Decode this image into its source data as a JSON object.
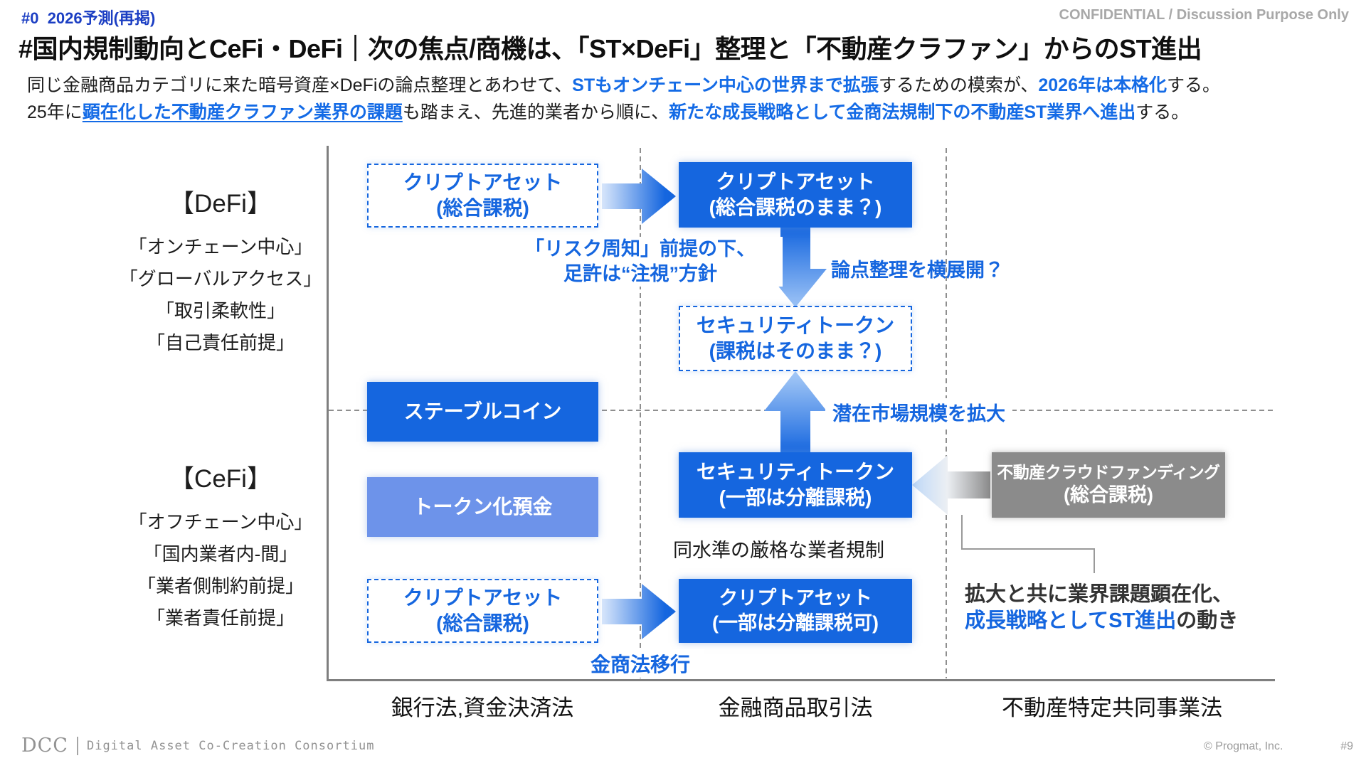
{
  "slide": {
    "tag": "#0  2026予測(再掲)",
    "confidential": "CONFIDENTIAL / Discussion Purpose Only",
    "title": "#国内規制動向とCeFi・DeFi｜次の焦点/商機は、「ST×DeFi」整理と「不動産クラファン」からのST進出"
  },
  "lead": {
    "l1_a": "同じ金融商品カテゴリに来た暗号資産×DeFiの論点整理とあわせて、",
    "l1_b": "STもオンチェーン中心の世界まで拡張",
    "l1_c": "するための模索が、",
    "l1_d": "2026年は本格化",
    "l1_e": "する。",
    "l2_a": "25年に",
    "l2_b": "顕在化した不動産クラファン業界の課題",
    "l2_c": "も踏まえ、先進的業者から順に、",
    "l2_d": "新たな成長戦略として金商法規制下の不動産ST業界へ進出",
    "l2_e": "する。"
  },
  "quadrants": {
    "defi": {
      "title": "【DeFi】",
      "items": [
        "「オンチェーン中心」",
        "「グローバルアクセス」",
        "「取引柔軟性」",
        "「自己責任前提」"
      ]
    },
    "cefi": {
      "title": "【CeFi】",
      "items": [
        "「オフチェーン中心」",
        "「国内業者内-間」",
        "「業者側制約前提」",
        "「業者責任前提」"
      ]
    }
  },
  "boxes": {
    "crypto_defi_before": {
      "line1": "クリプトアセット",
      "line2": "(総合課税)"
    },
    "crypto_defi_after": {
      "line1": "クリプトアセット",
      "line2": "(総合課税のまま？)"
    },
    "st_defi": {
      "line1": "セキュリティトークン",
      "line2": "(課税はそのまま？)"
    },
    "stablecoin": {
      "line1": "ステーブルコイン"
    },
    "tokenized_deposit": {
      "line1": "トークン化預金"
    },
    "st_cefi": {
      "line1": "セキュリティトークン",
      "line2": "(一部は分離課税)"
    },
    "real_estate_cf": {
      "line1": "不動産クラウドファンディング",
      "line2": "(総合課税)"
    },
    "crypto_cefi_before": {
      "line1": "クリプトアセット",
      "line2": "(総合課税)"
    },
    "crypto_cefi_after": {
      "line1": "クリプトアセット",
      "line2": "(一部は分離課税可)"
    }
  },
  "annotations": {
    "risk_line1": "「リスク周知」前提の下、",
    "risk_line2": "足許は“注視”方針",
    "cross_deploy": "論点整理を横展開？",
    "market_expand": "潜在市場規模を拡大",
    "same_level": "同水準の厳格な業者規制",
    "fiea_shift": "金商法移行",
    "expand_line1": "拡大と共に業界課題顕在化、",
    "expand_line2_blue": "成長戦略としてST進出",
    "expand_line2_rest": "の動き"
  },
  "axis": {
    "left_label": "銀行法,資金決済法",
    "center_label": "金融商品取引法",
    "right_label": "不動産特定共同事業法"
  },
  "footer": {
    "logo": "DCC",
    "org": "Digital Asset Co-Creation Consortium",
    "copyright": "©  Progmat, Inc.",
    "page_no": "#9"
  },
  "colors": {
    "blue": "#1566df",
    "light_blue": "#6d93ea",
    "gray_box": "#8b8b8b",
    "text_blue": "#146be6"
  }
}
